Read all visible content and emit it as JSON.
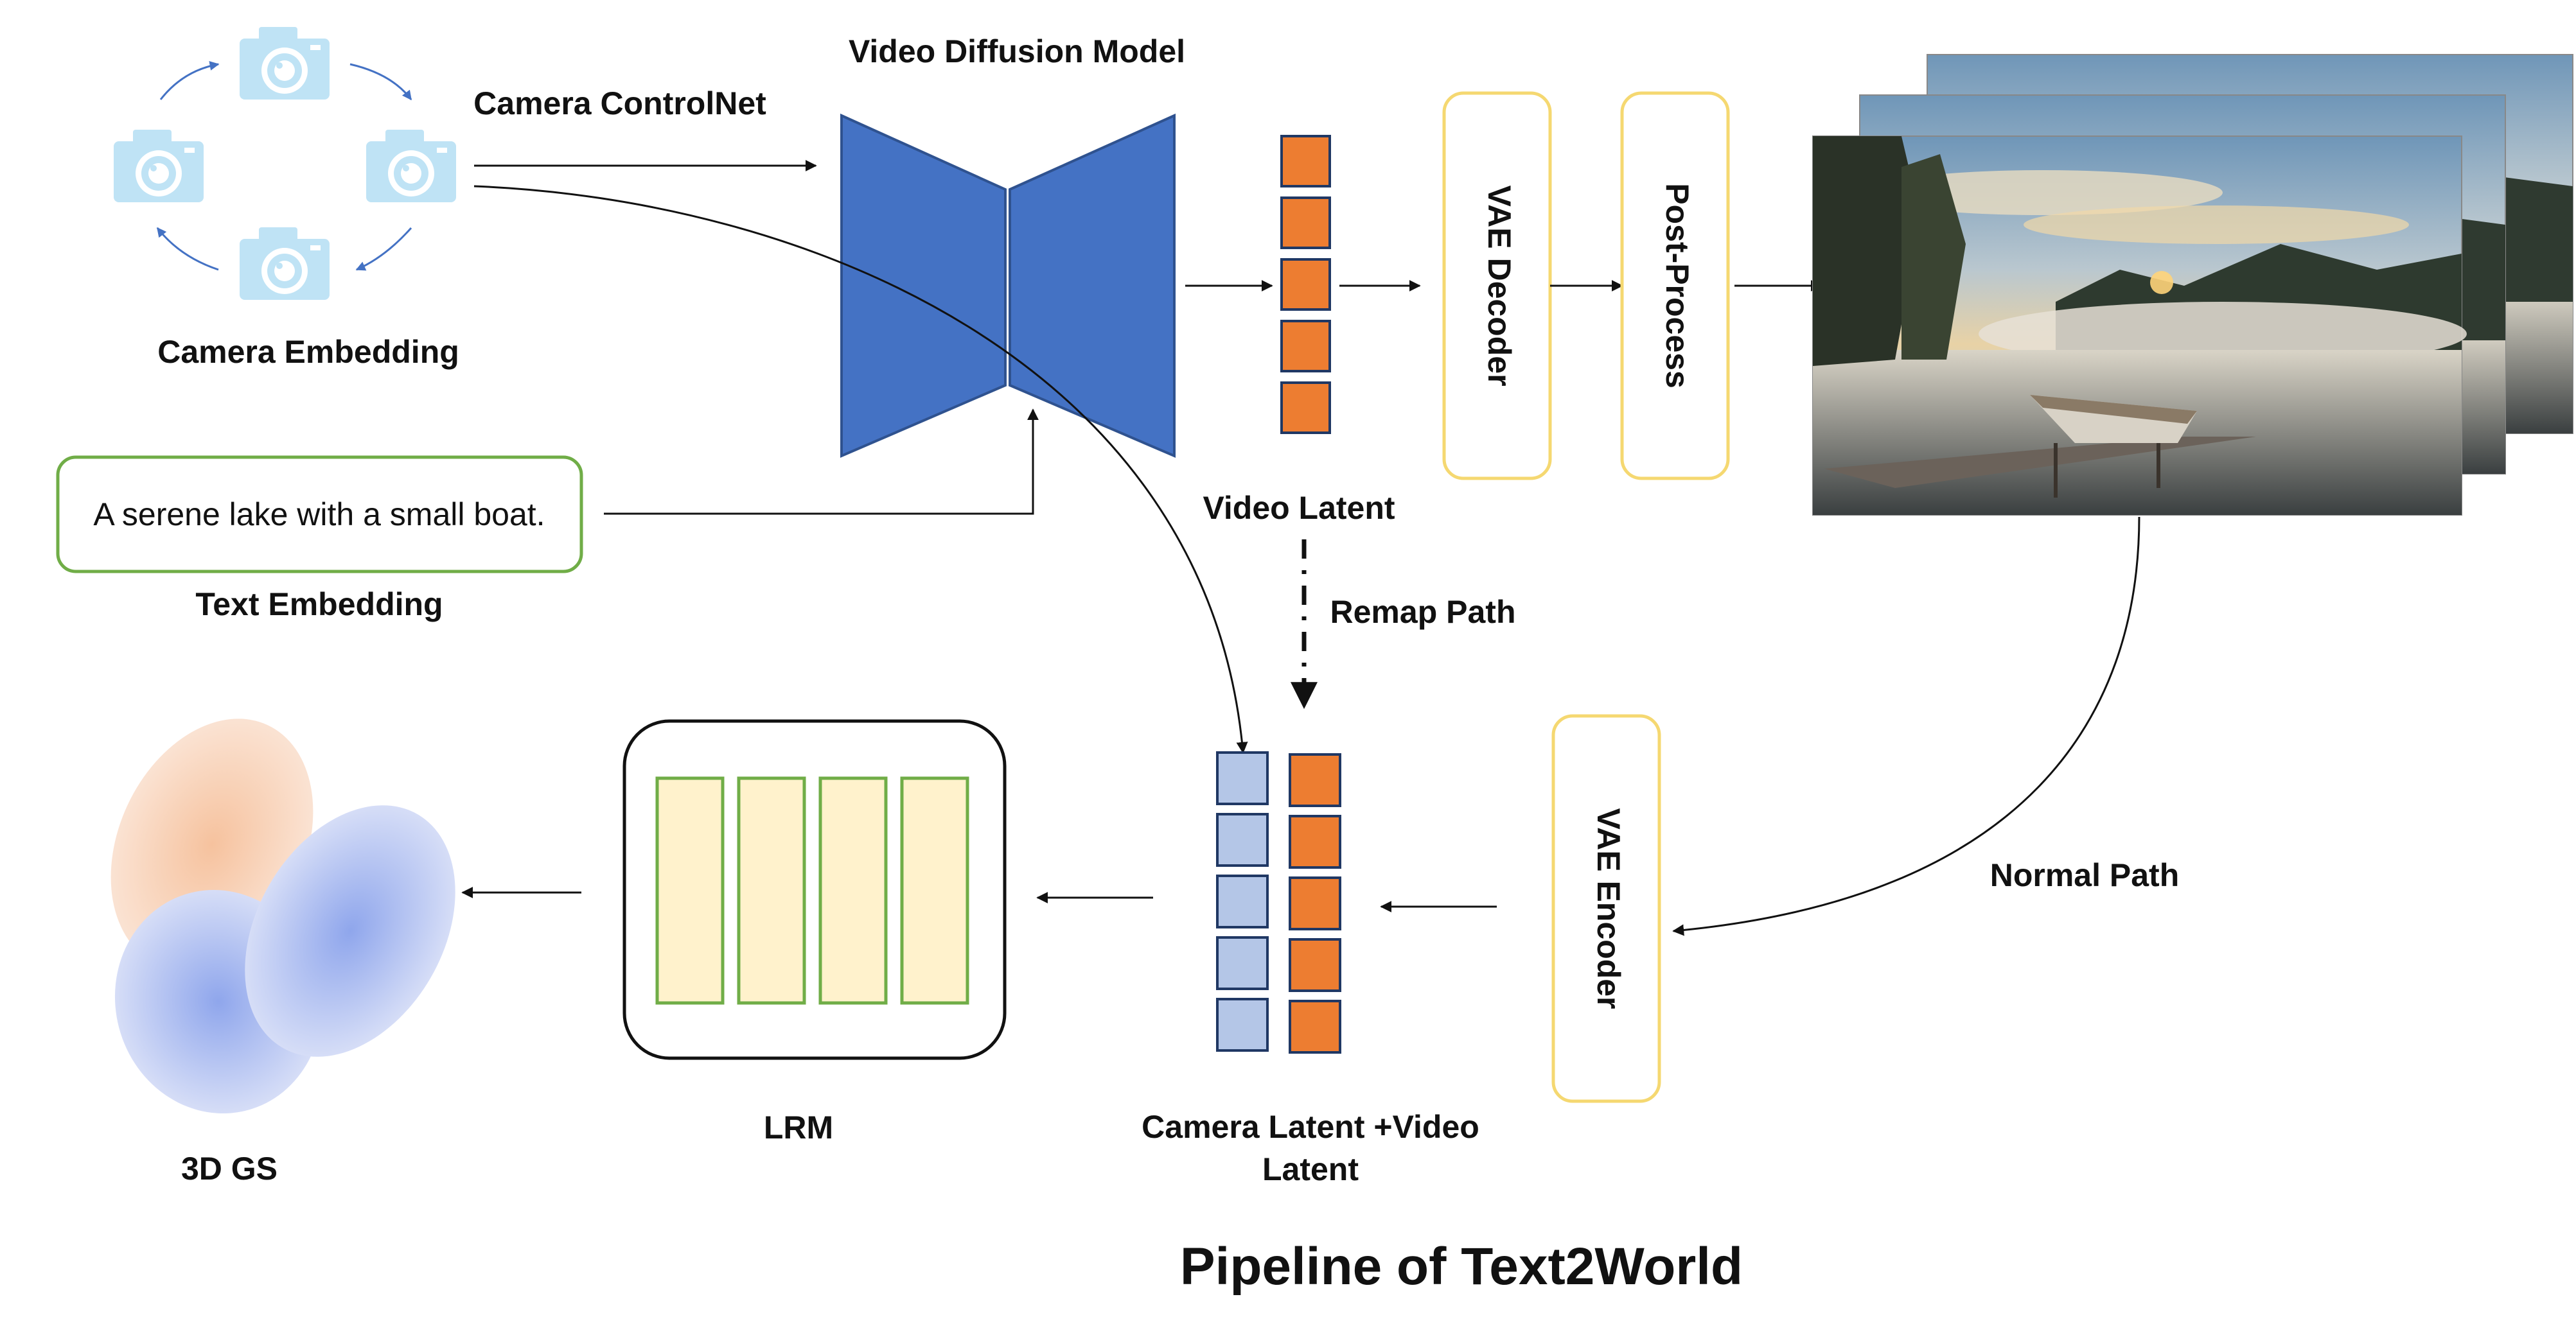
{
  "labels": {
    "video_diffusion_model": "Video Diffusion Model",
    "camera_controlnet": "Camera ControlNet",
    "camera_embedding": "Camera Embedding",
    "text_embedding": "Text Embedding",
    "text_prompt": "A serene lake with a small boat.",
    "video_latent": "Video Latent",
    "remap_path": "Remap Path",
    "vae_decoder": "VAE Decoder",
    "post_process": "Post-Process",
    "vae_encoder": "VAE Encoder",
    "normal_path": "Normal Path",
    "lrm": "LRM",
    "camera_latent_line1": "Camera Latent +Video",
    "camera_latent_line2": "Latent",
    "gs3d": "3D GS"
  },
  "title": "Pipeline of Text2World",
  "colors": {
    "diffusion_blue": "#4472c4",
    "latent_orange": "#ed7d31",
    "camera_latent_blue": "#b4c6e7",
    "vae_border": "#f5d871",
    "text_box_border": "#70ad47",
    "lrm_fill": "#fff2cc",
    "lrm_border": "#70ad47",
    "camera_icon": "#bfe3f5",
    "arrow_blue": "#4472c4"
  }
}
